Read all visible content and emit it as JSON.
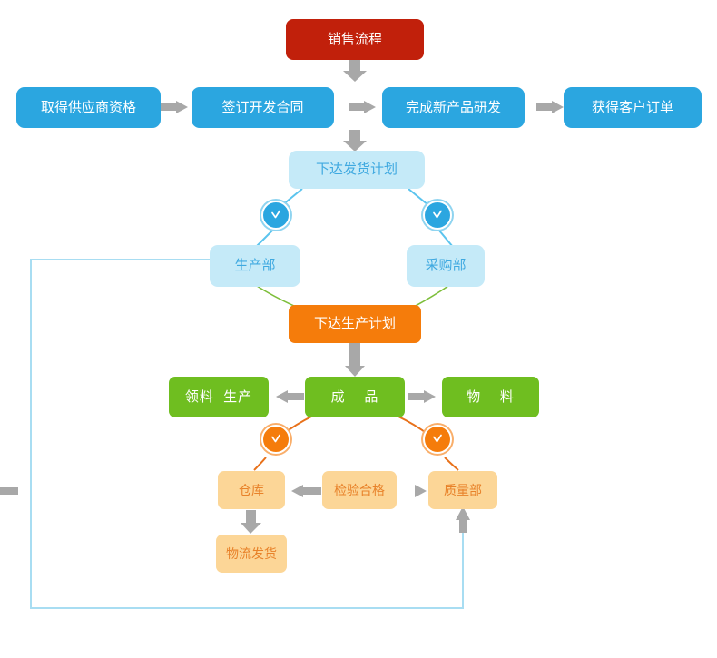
{
  "diagram": {
    "title": "销售流程",
    "background": "#FFFFFF",
    "palette": {
      "red": "#C1200B",
      "blue": "#2BA6E0",
      "light_blue": "#C5EAF8",
      "light_blue_text": "#3FA9E0",
      "orange": "#F57C0B",
      "green": "#6FBE20",
      "peach": "#FCD697",
      "peach_text": "#E8822A",
      "arrow_grey": "#A8A8A8",
      "link_blue": "#A8DDF2",
      "link_green": "#7DBE3A",
      "link_orange": "#E8711A"
    },
    "nodes": {
      "sales_process": "销售流程",
      "supplier_qualification": "取得供应商资格",
      "sign_development_contract": "签订开发合同",
      "complete_new_product_rd": "完成新产品研发",
      "obtain_customer_order": "获得客户订单",
      "issue_shipping_plan": "下达发货计划",
      "production_dept": "生产部",
      "purchasing_dept": "采购部",
      "issue_production_plan": "下达生产计划",
      "pick_material_produce": "领料  生产",
      "finished_product": "成    品",
      "material": "物    料",
      "warehouse": "仓库",
      "inspection_passed": "检验合格",
      "quality_dept": "质量部",
      "logistics_shipment": "物流发货"
    },
    "markers": {
      "check_top_left": "check-marker",
      "check_top_right": "check-marker",
      "check_bottom_left": "check-marker",
      "check_bottom_right": "check-marker"
    }
  }
}
